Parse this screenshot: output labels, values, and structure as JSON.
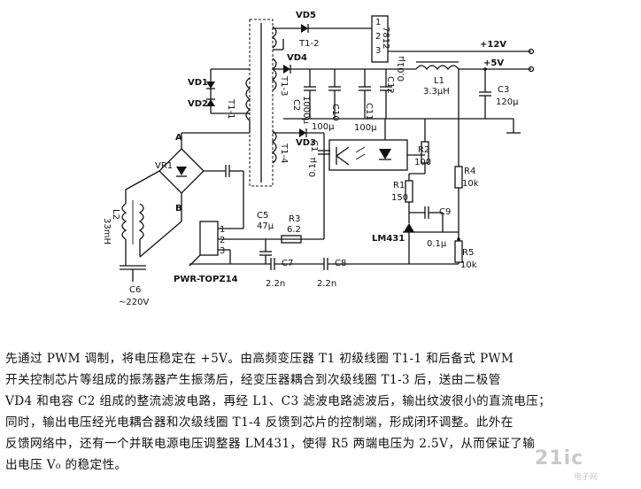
{
  "schematic": {
    "labels": {
      "vd5": "VD5",
      "t1_2": "T1-2",
      "ic7812": "7812",
      "pin1": "1",
      "pin2": "2",
      "pin3": "3",
      "plus12v": "+12V",
      "plus5v": "+5V",
      "vd4": "VD4",
      "vd1": "VD1",
      "vd2": "VD2",
      "t1_1": "T1-1",
      "t1_3": "T1-3",
      "c2": "C2",
      "c2_val": "1000μ",
      "c10": "C10",
      "c10_val": "100μ",
      "c11": "C11",
      "c11_val": "100μ",
      "c12": "C12",
      "c12_val": "0.01μ",
      "l1": "L1",
      "l1_val": "3.3μH",
      "c3": "C3",
      "c3_val": "120μ",
      "node_a": "A",
      "node_b": "B",
      "vr1": "VR1",
      "t1_4": "T1-4",
      "vd3": "VD3",
      "c1": "C1",
      "c1_val": "0.1μ",
      "r2": "R2",
      "r2_val": "100",
      "r4": "R4",
      "r4_val": "10k",
      "r1": "R1",
      "r1_val": "150",
      "c9": "C9",
      "c9_val": "0.1μ",
      "lm431": "LM431",
      "r5": "R5",
      "r5_val": "10k",
      "l2": "L2",
      "l2_val": "33mH",
      "c5": "C5",
      "c5_val": "47μ",
      "r3": "R3",
      "r3_val": "6.2",
      "c7": "C7",
      "c7_val": "2.2n",
      "c8": "C8",
      "c8_val": "2.2n",
      "c6": "C6",
      "ac_in": "~220V",
      "pwr": "PWR-TOPZ14",
      "ic_pin1": "1",
      "ic_pin2": "2",
      "ic_pin3": "3"
    }
  },
  "caption": {
    "lines": [
      "先通过 PWM 调制，将电压稳定在 +5V。由高频变压器 T1 初级线圈 T1-1 和后备式 PWM",
      "开关控制芯片等组成的振荡器产生振荡后，经变压器耦合到次级线圈 T1-3 后，送由二极管",
      "VD4 和电容 C2 组成的整流滤波电路，再经 L1、C3 滤波电路滤波后，输出纹波很小的直流电压；",
      "同时，输出电压经光电耦合器和次级线圈 T1-4 反馈到芯片的控制端，形成闭环调整。此外在",
      "反馈网络中，还有一个并联电源电压调整器 LM431，使得 R5 两端电压为 2.5V，从而保证了输",
      "出电压 V₀ 的稳定性。"
    ]
  },
  "watermark": {
    "text": "21ic",
    "sub": "电子网"
  }
}
